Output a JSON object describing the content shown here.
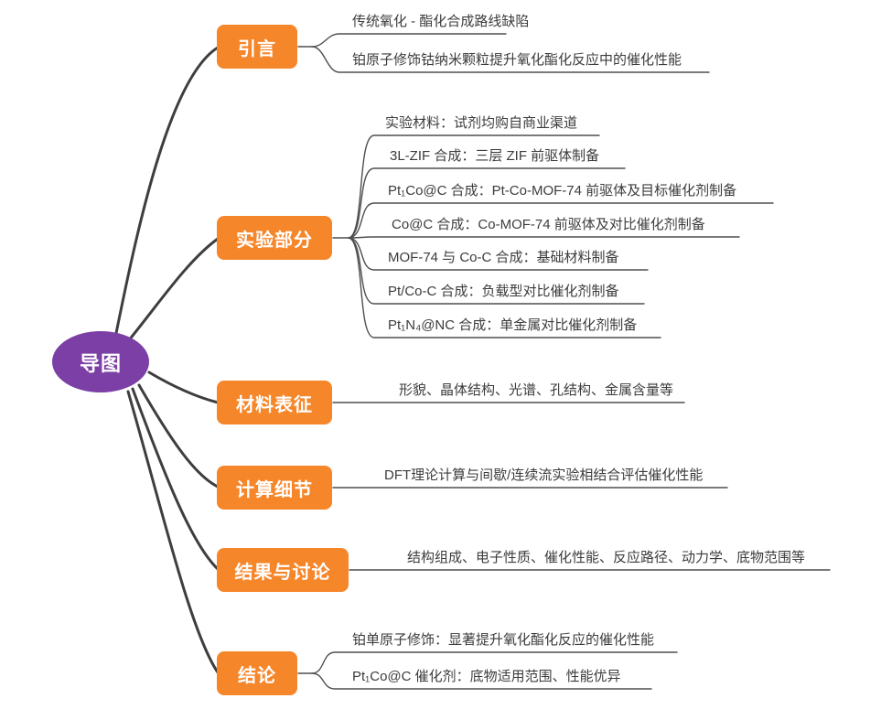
{
  "root": {
    "label": "导图"
  },
  "colors": {
    "root_bg": "#7B3FA5",
    "branch_bg": "#F6862A",
    "line_dark": "#3E3E3E",
    "line_thin": "#4F4F4F",
    "leaf_text": "#3C3C3C"
  },
  "branches": [
    {
      "label": "引言",
      "leaves": [
        "传统氧化 - 酯化合成路线缺陷",
        "铂原子修饰钴纳米颗粒提升氧化酯化反应中的催化性能"
      ]
    },
    {
      "label": "实验部分",
      "leaves": [
        "实验材料：试剂均购自商业渠道",
        "3L-ZIF 合成：三层 ZIF 前驱体制备",
        "Pt₁Co@C 合成：Pt-Co-MOF-74 前驱体及目标催化剂制备",
        "Co@C 合成：Co-MOF-74 前驱体及对比催化剂制备",
        "MOF-74 与 Co-C 合成：基础材料制备",
        "Pt/Co-C 合成：负载型对比催化剂制备",
        "Pt₁N₄@NC 合成：单金属对比催化剂制备"
      ]
    },
    {
      "label": "材料表征",
      "leaves": [
        "形貌、晶体结构、光谱、孔结构、金属含量等"
      ]
    },
    {
      "label": "计算细节",
      "leaves": [
        "DFT理论计算与间歇/连续流实验相结合评估催化性能"
      ]
    },
    {
      "label": "结果与讨论",
      "leaves": [
        "结构组成、电子性质、催化性能、反应路径、动力学、底物范围等"
      ]
    },
    {
      "label": "结论",
      "leaves": [
        "铂单原子修饰：显著提升氧化酯化反应的催化性能",
        "Pt₁Co@C 催化剂：底物适用范围、性能优异"
      ]
    }
  ]
}
